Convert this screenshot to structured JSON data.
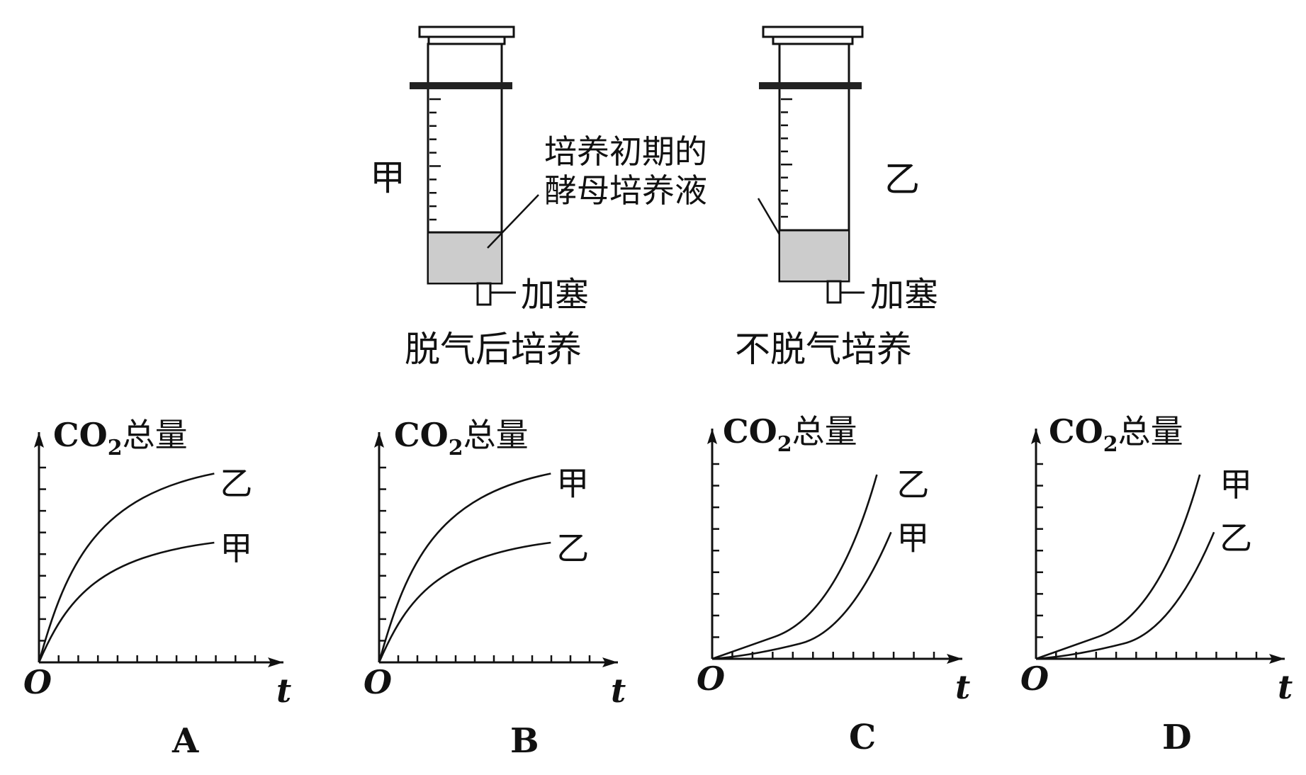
{
  "apparatus": {
    "left": {
      "label": "甲",
      "caption": "脱气后培养"
    },
    "right": {
      "label": "乙",
      "caption": "不脱气培养"
    },
    "plug_label": "加塞",
    "callout": [
      "培养初期的",
      "酵母培养液"
    ]
  },
  "charts": [
    {
      "option": "A",
      "ylabel": "CO",
      "ysub": "2",
      "ysuffix": "总量",
      "xlabel": "t",
      "origin": "O",
      "series": [
        {
          "name": "乙",
          "shape": "concave",
          "final_level": 0.82
        },
        {
          "name": "甲",
          "shape": "concave",
          "final_level": 0.52
        }
      ]
    },
    {
      "option": "B",
      "ylabel": "CO",
      "ysub": "2",
      "ysuffix": "总量",
      "xlabel": "t",
      "origin": "O",
      "series": [
        {
          "name": "甲",
          "shape": "concave",
          "final_level": 0.82
        },
        {
          "name": "乙",
          "shape": "concave",
          "final_level": 0.52
        }
      ]
    },
    {
      "option": "C",
      "ylabel": "CO",
      "ysub": "2",
      "ysuffix": "总量",
      "xlabel": "t",
      "origin": "O",
      "series": [
        {
          "name": "乙",
          "shape": "convex",
          "final_level": 0.8
        },
        {
          "name": "甲",
          "shape": "convex",
          "final_level": 0.55
        }
      ]
    },
    {
      "option": "D",
      "ylabel": "CO",
      "ysub": "2",
      "ysuffix": "总量",
      "xlabel": "t",
      "origin": "O",
      "series": [
        {
          "name": "甲",
          "shape": "convex",
          "final_level": 0.8
        },
        {
          "name": "乙",
          "shape": "convex",
          "final_level": 0.55
        }
      ]
    }
  ]
}
